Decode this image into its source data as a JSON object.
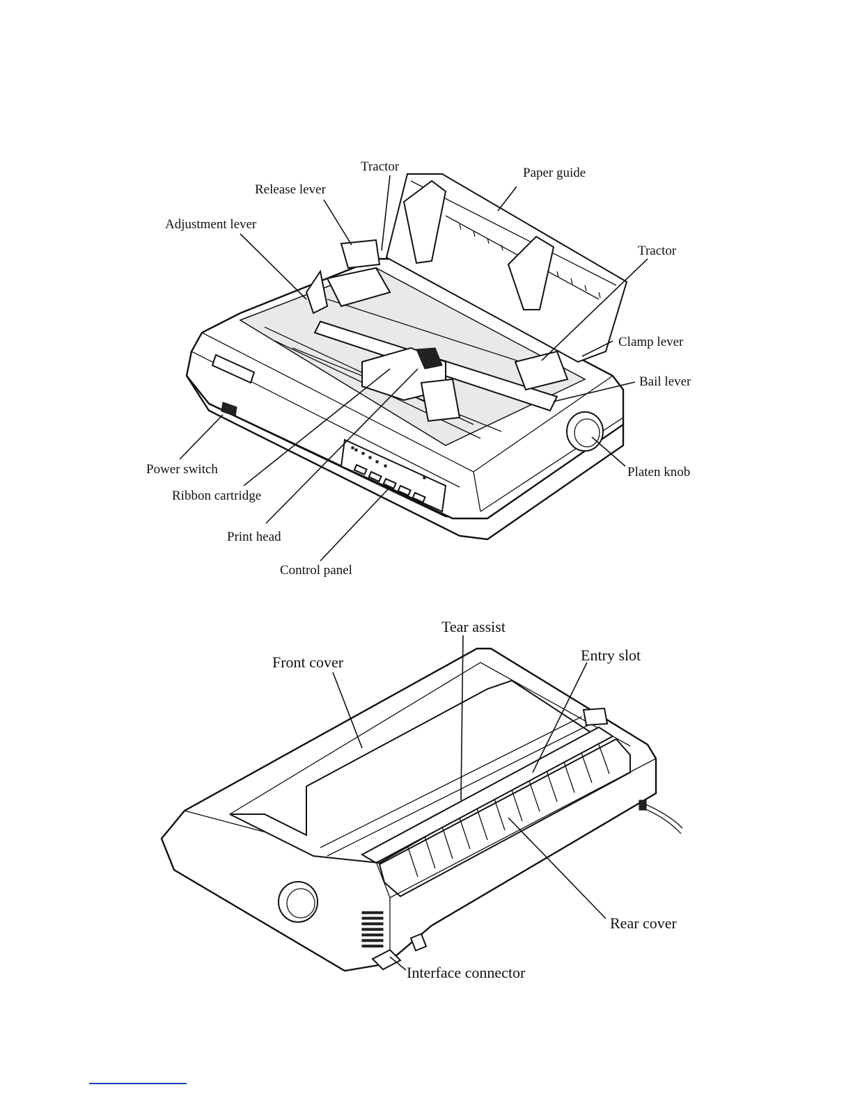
{
  "figure_top": {
    "labels": {
      "tractor_left": "Tractor",
      "paper_guide": "Paper guide",
      "release_lever": "Release lever",
      "adjustment_lever": "Adjustment lever",
      "tractor_right": "Tractor",
      "clamp_lever": "Clamp lever",
      "bail_lever": "Bail lever",
      "power_switch": "Power switch",
      "platen_knob": "Platen knob",
      "ribbon_cartridge": "Ribbon cartridge",
      "print_head": "Print head",
      "control_panel": "Control panel"
    }
  },
  "figure_bottom": {
    "labels": {
      "tear_assist": "Tear assist",
      "front_cover": "Front cover",
      "entry_slot": "Entry slot",
      "rear_cover": "Rear cover",
      "interface_connector": "Interface connector"
    }
  }
}
